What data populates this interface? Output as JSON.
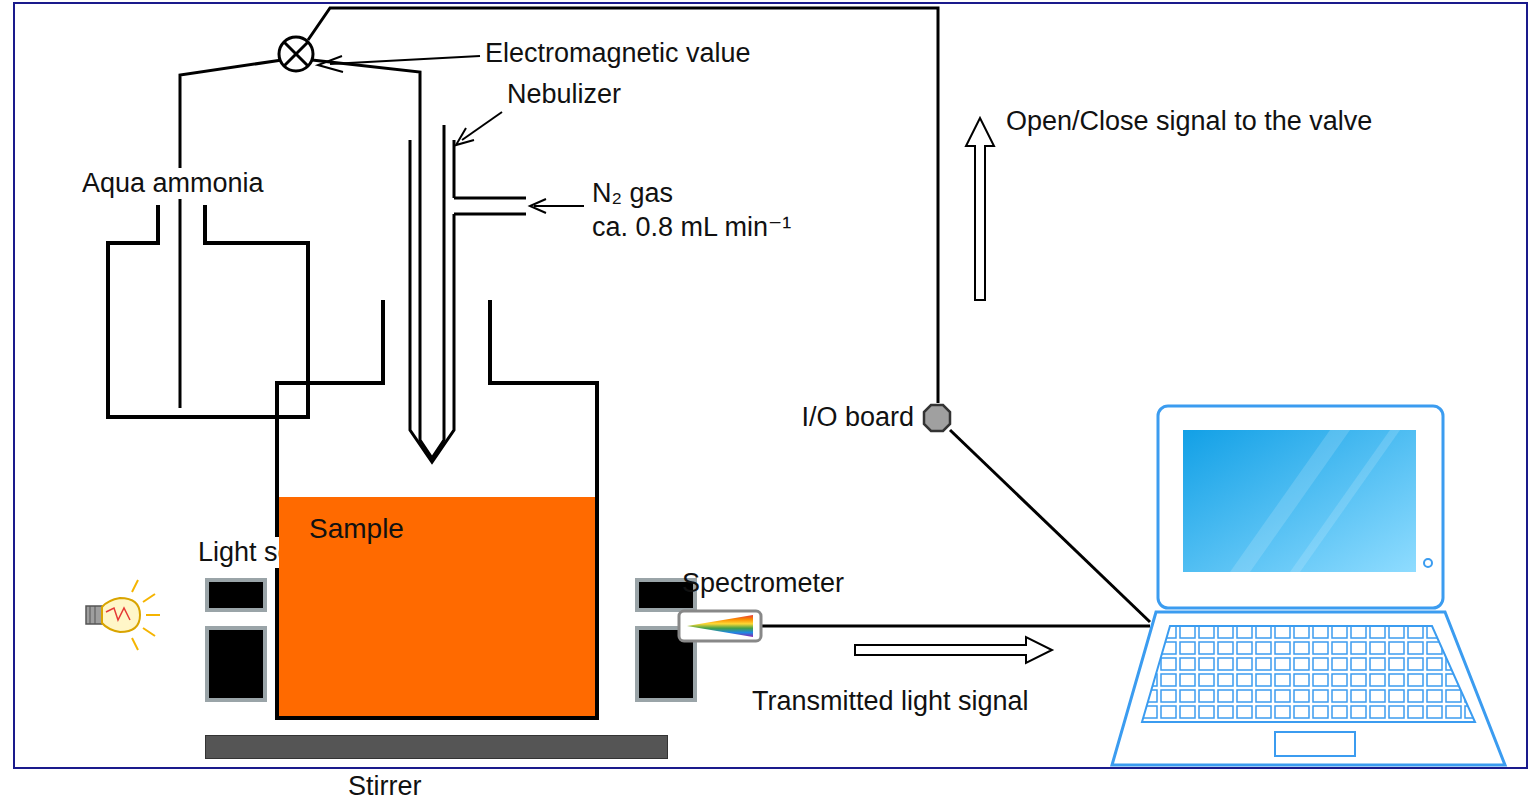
{
  "diagram": {
    "nodes": [
      {
        "text": [
          "Sample"
        ]
      },
      {
        "text": [
          "I/O board"
        ]
      },
      {
        "text": [
          "Spectrometer"
        ]
      },
      {
        "text": [
          "Stirrer"
        ]
      }
    ],
    "labels": [
      "Electromagnetic value",
      "Nebulizer",
      "Aqua ammonia",
      "N₂ gas",
      "ca. 0.8 mL min⁻¹",
      "Open/Close signal to the valve",
      "Light source",
      "Transmitted light signal"
    ]
  }
}
